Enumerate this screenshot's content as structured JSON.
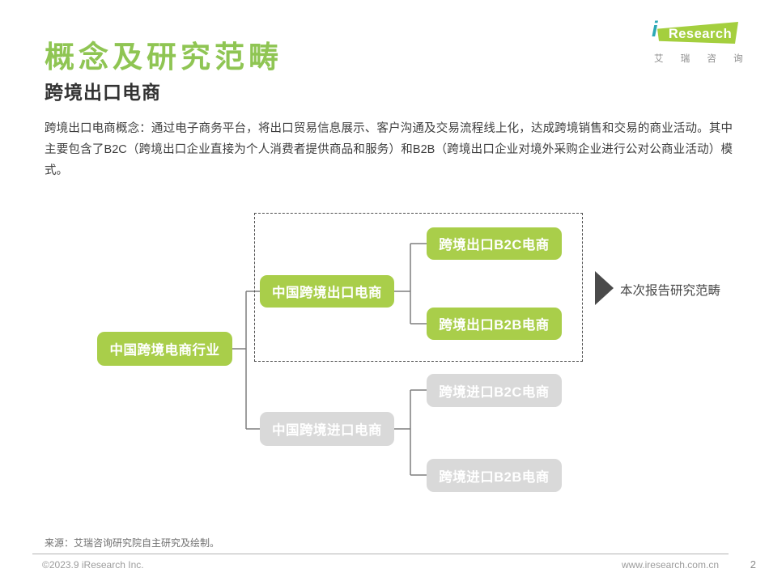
{
  "header": {
    "title": "概念及研究范畴",
    "subtitle": "跨境出口电商"
  },
  "logo": {
    "i": "i",
    "name": "Research",
    "chinese": "艾 瑞 咨 询"
  },
  "intro": {
    "text": "跨境出口电商概念：通过电子商务平台，将出口贸易信息展示、客户沟通及交易流程线上化，达成跨境销售和交易的商业活动。其中主要包含了B2C（跨境出口企业直接为个人消费者提供商品和服务）和B2B（跨境出口企业对境外采购企业进行公对公商业活动）模式。"
  },
  "diagram": {
    "root": {
      "label": "中国跨境电商行业"
    },
    "branches": [
      {
        "label": "中国跨境出口电商",
        "highlighted": true,
        "children": [
          {
            "label": "跨境出口B2C电商"
          },
          {
            "label": "跨境出口B2B电商"
          }
        ]
      },
      {
        "label": "中国跨境进口电商",
        "highlighted": false,
        "children": [
          {
            "label": "跨境进口B2C电商"
          },
          {
            "label": "跨境进口B2B电商"
          }
        ]
      }
    ],
    "scope_note": "本次报告研究范畴"
  },
  "footer": {
    "source": "来源：艾瑞咨询研究院自主研究及绘制。",
    "copyright": "©2023.9 iResearch Inc.",
    "website": "www.iresearch.com.cn",
    "page_number": "2"
  },
  "colors": {
    "brand_green": "#a9ce4a",
    "title_green": "#8fc553",
    "logo_green": "#a4cf3e",
    "logo_teal": "#2ca8b5",
    "inactive_gray": "#d9d9d9",
    "connector_gray": "#7f7f7f",
    "arrow_gray": "#4a4a4a"
  }
}
